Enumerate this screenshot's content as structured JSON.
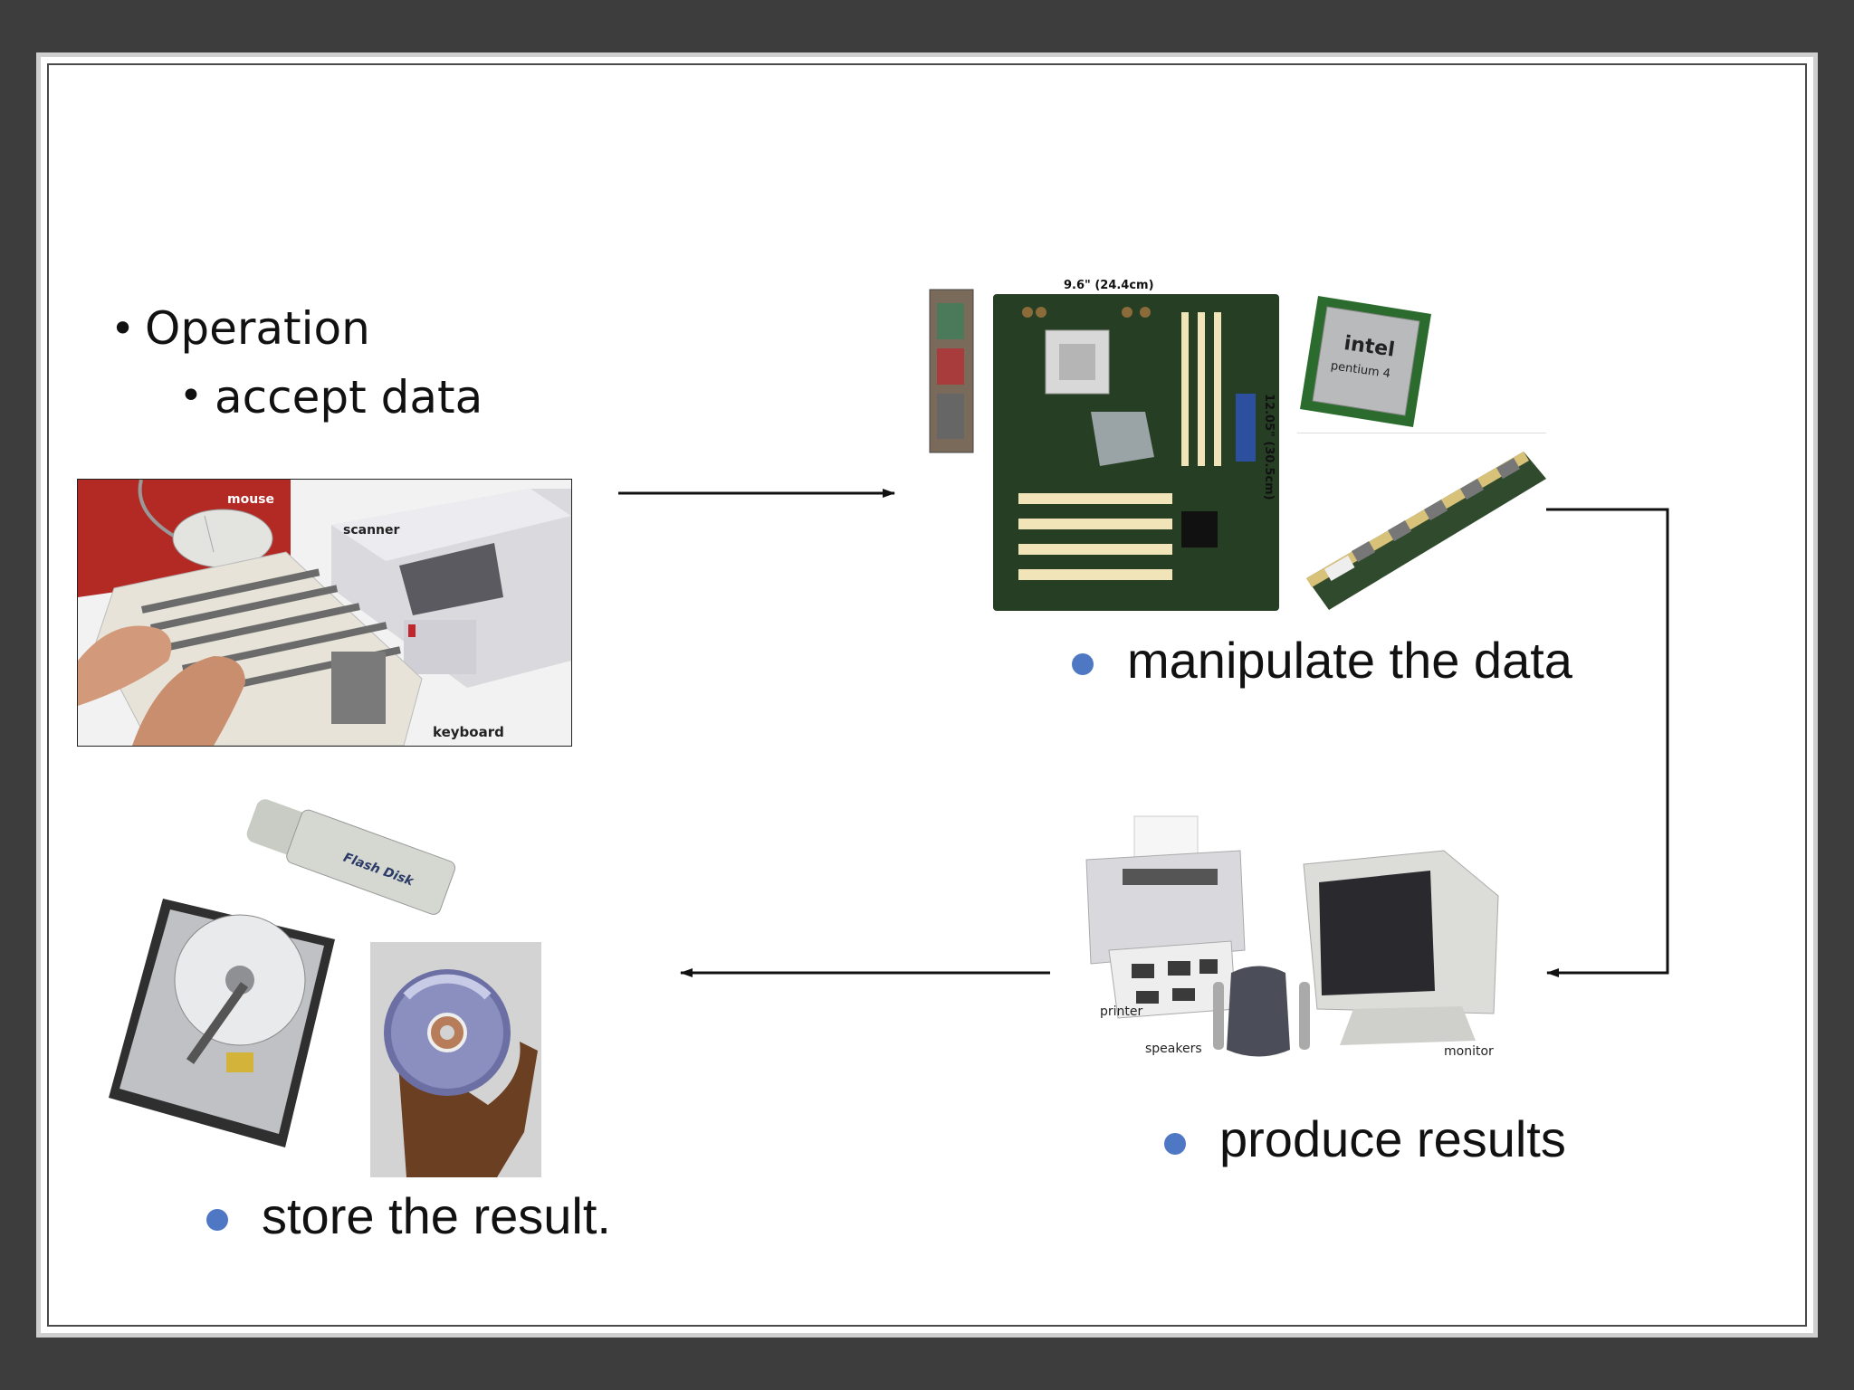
{
  "slide": {
    "heading": "Operation",
    "subheading": "accept data",
    "steps": {
      "manipulate": "manipulate the data",
      "produce": "produce results",
      "store": "store the result."
    }
  },
  "input_devices": {
    "mouse_label": "mouse",
    "scanner_label": "scanner",
    "keyboard_label": "keyboard"
  },
  "processing": {
    "board_width_label": "9.6\" (24.4cm)",
    "board_height_label": "12.05\" (30.5cm)",
    "cpu_brand": "intel",
    "cpu_model": "pentium 4"
  },
  "output_devices": {
    "printer_label": "printer",
    "speakers_label": "speakers",
    "monitor_label": "monitor"
  },
  "storage": {
    "flash_label": "Flash Disk"
  },
  "colors": {
    "background": "#3d3d3d",
    "bullet_blue": "#4f78c4",
    "arrow": "#111111"
  }
}
